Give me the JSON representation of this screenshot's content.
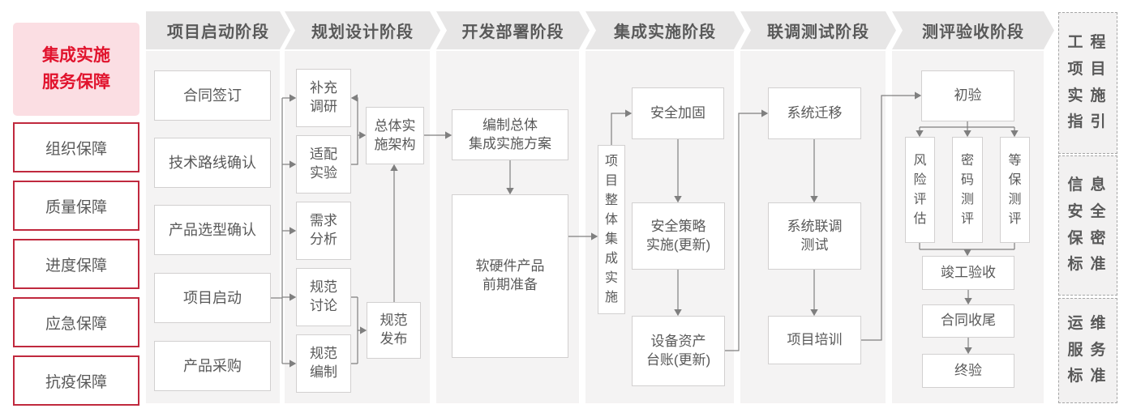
{
  "colors": {
    "accent_red": "#e1132d",
    "pink_header_bg": "#fbdee3",
    "red_border": "#c0293e",
    "text_gray": "#595959",
    "band_bg": "#e7e6e6",
    "column_bg": "#f4f3f3",
    "line_gray": "#7f7f7f"
  },
  "left_sidebar": {
    "header": {
      "label": "集成实施\n服务保障"
    },
    "items": [
      {
        "label": "组织保障"
      },
      {
        "label": "质量保障"
      },
      {
        "label": "进度保障"
      },
      {
        "label": "应急保障"
      },
      {
        "label": "抗疫保障"
      }
    ]
  },
  "phases": [
    {
      "label": "项目启动阶段",
      "boxes": [
        {
          "label": "合同签订"
        },
        {
          "label": "技术路线确认"
        },
        {
          "label": "产品选型确认"
        },
        {
          "label": "项目启动"
        },
        {
          "label": "产品采购"
        }
      ]
    },
    {
      "label": "规划设计阶段",
      "boxes": [
        {
          "label": "补充\n调研"
        },
        {
          "label": "适配\n实验"
        },
        {
          "label": "需求\n分析"
        },
        {
          "label": "规范\n讨论"
        },
        {
          "label": "规范\n编制"
        },
        {
          "label": "总体实\n施架构"
        },
        {
          "label": "规范\n发布"
        }
      ]
    },
    {
      "label": "开发部署阶段",
      "boxes": [
        {
          "label": "编制总体\n集成实施方案"
        },
        {
          "label": "软硬件产品\n前期准备"
        }
      ]
    },
    {
      "label": "集成实施阶段",
      "boxes": [
        {
          "label": "项\n目\n整\n体\n集\n成\n实\n施"
        },
        {
          "label": "安全加固"
        },
        {
          "label": "安全策略\n实施(更新)"
        },
        {
          "label": "设备资产\n台账(更新)"
        }
      ]
    },
    {
      "label": "联调测试阶段",
      "boxes": [
        {
          "label": "系统迁移"
        },
        {
          "label": "系统联调\n测试"
        },
        {
          "label": "项目培训"
        }
      ]
    },
    {
      "label": "测评验收阶段",
      "boxes": [
        {
          "label": "初验"
        },
        {
          "label": "风\n险\n评\n估"
        },
        {
          "label": "密\n码\n测\n评"
        },
        {
          "label": "等\n保\n测\n评"
        },
        {
          "label": "竣工验收"
        },
        {
          "label": "合同收尾"
        },
        {
          "label": "终验"
        }
      ]
    }
  ],
  "right_sidebar": {
    "items": [
      {
        "label": "工程\n项目\n实施\n指引"
      },
      {
        "label": "信息\n安全\n保密\n标准"
      },
      {
        "label": "运维\n服务\n标准"
      }
    ]
  }
}
